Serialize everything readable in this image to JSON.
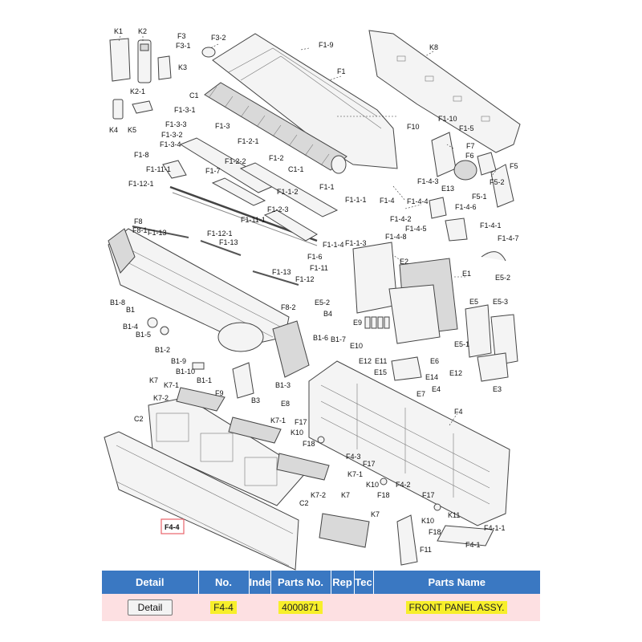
{
  "labels": [
    {
      "id": "K1",
      "text": "K1"
    },
    {
      "id": "K2",
      "text": "K2"
    },
    {
      "id": "K3",
      "text": "K3"
    },
    {
      "id": "K2-1",
      "text": "K2-1"
    },
    {
      "id": "K4",
      "text": "K4"
    },
    {
      "id": "K5",
      "text": "K5"
    },
    {
      "id": "F3",
      "text": "F3"
    },
    {
      "id": "F3-1",
      "text": "F3-1"
    },
    {
      "id": "F3-2",
      "text": "F3-2"
    },
    {
      "id": "F1-9",
      "text": "F1-9"
    },
    {
      "id": "K8",
      "text": "K8"
    },
    {
      "id": "F1",
      "text": "F1"
    },
    {
      "id": "C1",
      "text": "C1"
    },
    {
      "id": "F1-3-1",
      "text": "F1-3-1"
    },
    {
      "id": "F1-3-3",
      "text": "F1-3-3"
    },
    {
      "id": "F1-3-2",
      "text": "F1-3-2"
    },
    {
      "id": "F1-3-4",
      "text": "F1-3-4"
    },
    {
      "id": "F1-3",
      "text": "F1-3"
    },
    {
      "id": "F1-2-1",
      "text": "F1-2-1"
    },
    {
      "id": "F1-8",
      "text": "F1-8"
    },
    {
      "id": "F1-2",
      "text": "F1-2"
    },
    {
      "id": "F1-2-2",
      "text": "F1-2-2"
    },
    {
      "id": "C1-1",
      "text": "C1-1"
    },
    {
      "id": "F1-7",
      "text": "F1-7"
    },
    {
      "id": "F1-11-1a",
      "text": "F1-11-1"
    },
    {
      "id": "F1-1",
      "text": "F1-1"
    },
    {
      "id": "F1-12-1a",
      "text": "F1-12-1"
    },
    {
      "id": "F1-1-2",
      "text": "F1-1-2"
    },
    {
      "id": "F1-1-1",
      "text": "F1-1-1"
    },
    {
      "id": "F1-2-3",
      "text": "F1-2-3"
    },
    {
      "id": "F1-11-1b",
      "text": "F1-11-1"
    },
    {
      "id": "F8",
      "text": "F8"
    },
    {
      "id": "F8-1",
      "text": "F8-1"
    },
    {
      "id": "F1-13a",
      "text": "F1-13"
    },
    {
      "id": "F1-12-1b",
      "text": "F1-12-1"
    },
    {
      "id": "F1-13b",
      "text": "F1-13"
    },
    {
      "id": "F1-1-4",
      "text": "F1-1-4"
    },
    {
      "id": "F1-1-3",
      "text": "F1-1-3"
    },
    {
      "id": "F1-6",
      "text": "F1-6"
    },
    {
      "id": "F1-11",
      "text": "F1-11"
    },
    {
      "id": "F1-13c",
      "text": "F1-13"
    },
    {
      "id": "F1-12",
      "text": "F1-12"
    },
    {
      "id": "F10",
      "text": "F10"
    },
    {
      "id": "F1-10",
      "text": "F1-10"
    },
    {
      "id": "F1-5",
      "text": "F1-5"
    },
    {
      "id": "F7",
      "text": "F7"
    },
    {
      "id": "F6",
      "text": "F6"
    },
    {
      "id": "F5",
      "text": "F5"
    },
    {
      "id": "F1-4-3",
      "text": "F1-4-3"
    },
    {
      "id": "E13",
      "text": "E13"
    },
    {
      "id": "F5-2",
      "text": "F5-2"
    },
    {
      "id": "F5-1",
      "text": "F5-1"
    },
    {
      "id": "F1-4",
      "text": "F1-4"
    },
    {
      "id": "F1-4-4",
      "text": "F1-4-4"
    },
    {
      "id": "F1-4-6",
      "text": "F1-4-6"
    },
    {
      "id": "F1-4-2",
      "text": "F1-4-2"
    },
    {
      "id": "F1-4-1",
      "text": "F1-4-1"
    },
    {
      "id": "F1-4-5",
      "text": "F1-4-5"
    },
    {
      "id": "F1-4-8",
      "text": "F1-4-8"
    },
    {
      "id": "F1-4-7",
      "text": "F1-4-7"
    },
    {
      "id": "E2",
      "text": "E2"
    },
    {
      "id": "E1",
      "text": "E1"
    },
    {
      "id": "E5-2a",
      "text": "E5-2"
    },
    {
      "id": "B1-8",
      "text": "B1-8"
    },
    {
      "id": "B1",
      "text": "B1"
    },
    {
      "id": "F8-2",
      "text": "F8-2"
    },
    {
      "id": "E5-2b",
      "text": "E5-2"
    },
    {
      "id": "B4",
      "text": "B4"
    },
    {
      "id": "E5",
      "text": "E5"
    },
    {
      "id": "E5-3",
      "text": "E5-3"
    },
    {
      "id": "B1-4",
      "text": "B1-4"
    },
    {
      "id": "B1-5",
      "text": "B1-5"
    },
    {
      "id": "B1-6",
      "text": "B1-6"
    },
    {
      "id": "B1-7",
      "text": "B1-7"
    },
    {
      "id": "E9",
      "text": "E9"
    },
    {
      "id": "E10",
      "text": "E10"
    },
    {
      "id": "E5-1",
      "text": "E5-1"
    },
    {
      "id": "B1-2",
      "text": "B1-2"
    },
    {
      "id": "B1-9",
      "text": "B1-9"
    },
    {
      "id": "E12a",
      "text": "E12"
    },
    {
      "id": "E11",
      "text": "E11"
    },
    {
      "id": "E6",
      "text": "E6"
    },
    {
      "id": "E12b",
      "text": "E12"
    },
    {
      "id": "B1-10",
      "text": "B1-10"
    },
    {
      "id": "E15",
      "text": "E15"
    },
    {
      "id": "E14",
      "text": "E14"
    },
    {
      "id": "K7a",
      "text": "K7"
    },
    {
      "id": "B1-1",
      "text": "B1-1"
    },
    {
      "id": "B1-3",
      "text": "B1-3"
    },
    {
      "id": "E3",
      "text": "E3"
    },
    {
      "id": "K7-1a",
      "text": "K7-1"
    },
    {
      "id": "F9",
      "text": "F9"
    },
    {
      "id": "E7",
      "text": "E7"
    },
    {
      "id": "E4",
      "text": "E4"
    },
    {
      "id": "K7-2a",
      "text": "K7-2"
    },
    {
      "id": "B3",
      "text": "B3"
    },
    {
      "id": "E8",
      "text": "E8"
    },
    {
      "id": "F4",
      "text": "F4"
    },
    {
      "id": "C2a",
      "text": "C2"
    },
    {
      "id": "K7-1b",
      "text": "K7-1"
    },
    {
      "id": "F17a",
      "text": "F17"
    },
    {
      "id": "K10a",
      "text": "K10"
    },
    {
      "id": "F18a",
      "text": "F18"
    },
    {
      "id": "F4-3",
      "text": "F4-3"
    },
    {
      "id": "F17b",
      "text": "F17"
    },
    {
      "id": "K7-1c",
      "text": "K7-1"
    },
    {
      "id": "K10b",
      "text": "K10"
    },
    {
      "id": "F4-2",
      "text": "F4-2"
    },
    {
      "id": "K7-2b",
      "text": "K7-2"
    },
    {
      "id": "K7b",
      "text": "K7"
    },
    {
      "id": "F18b",
      "text": "F18"
    },
    {
      "id": "F17c",
      "text": "F17"
    },
    {
      "id": "C2b",
      "text": "C2"
    },
    {
      "id": "K11",
      "text": "K11"
    },
    {
      "id": "K10c",
      "text": "K10"
    },
    {
      "id": "F18c",
      "text": "F18"
    },
    {
      "id": "F4-1-1",
      "text": "F4-1-1"
    },
    {
      "id": "K7c",
      "text": "K7"
    },
    {
      "id": "F4-1",
      "text": "F4-1"
    },
    {
      "id": "F11",
      "text": "F11"
    },
    {
      "id": "F4-4",
      "text": "F4-4"
    }
  ],
  "table": {
    "headers": [
      "Detail",
      "No.",
      "Inde",
      "Parts No.",
      "Rep",
      "Tec",
      "Parts Name"
    ],
    "row": {
      "detail_button": "Detail",
      "no": "F4-4",
      "index": "",
      "parts_no": "4000871",
      "rep": "",
      "tec": "",
      "parts_name": "FRONT PANEL ASSY."
    }
  },
  "colors": {
    "header_bg": "#3a78c2",
    "row_bg": "#fde0e2",
    "highlight": "#f7ef2a",
    "selection_box": "#e8636a"
  }
}
